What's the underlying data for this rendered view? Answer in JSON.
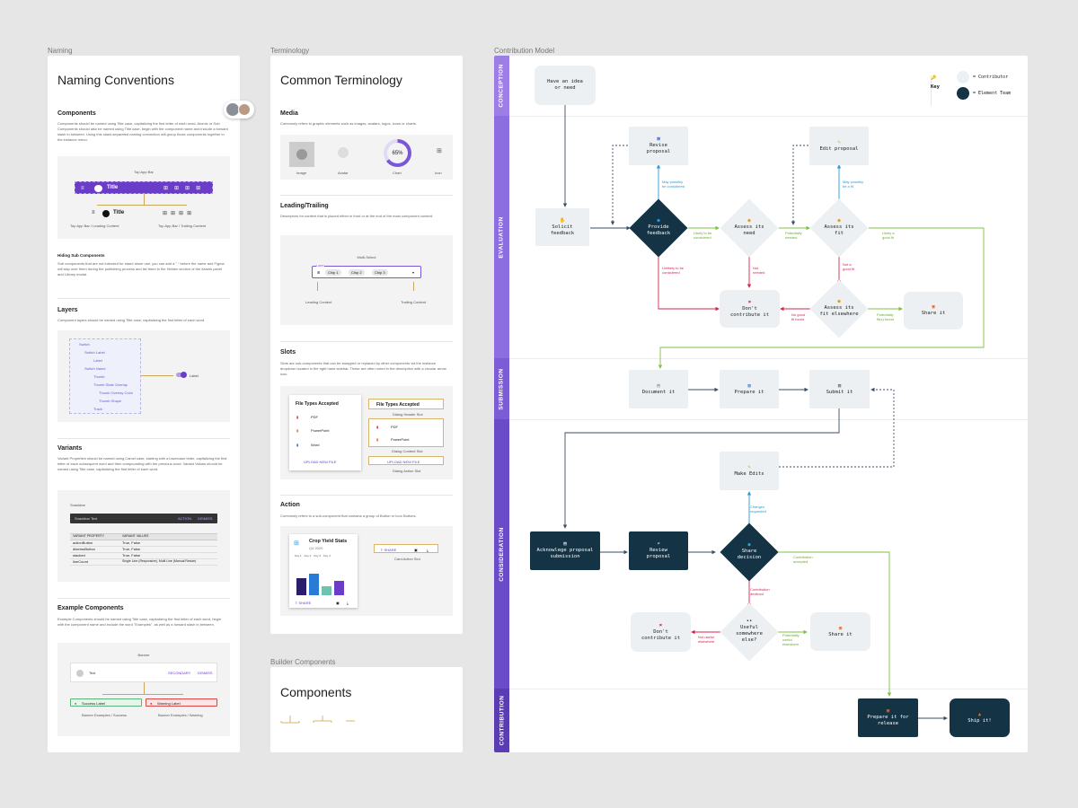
{
  "frames": {
    "naming": "Naming",
    "terminology": "Terminology",
    "contribution": "Contribution Model",
    "builder": "Builder Components"
  },
  "naming": {
    "title": "Naming Conventions",
    "components": {
      "heading": "Components",
      "desc": "Components should be named using Title case, capitalizing the first letter of each word. Atomic or Sub Components should also be named using Title case, begin with the component name and include a forward slash in between. Using this slash-separated naming convention will group those components together in the instance menu.",
      "demo_label": "Top App Bar",
      "bar_title": "Title",
      "sub_left": "Top App Bar / Leading Content",
      "sub_right": "Top App Bar / Trailing Content"
    },
    "hiding": {
      "heading": "Hiding Sub Components",
      "desc": "Sub components that are not intended for stand alone use, you can add a \".\" before the name and Figma will skip over them during the publishing process and list them in the Hidden section of the Assets panel and Library modal."
    },
    "layers": {
      "heading": "Layers",
      "desc": "Component layers should be named using Title case, capitalizing the first letter of each word.",
      "tree": [
        "Switch",
        "Switch Label",
        "Label",
        "Switch Name",
        "Thumb",
        "Thumb State Overlay",
        "Thumb Overlay Color",
        "Thumb Shape",
        "Track"
      ],
      "label": "Label"
    },
    "variants": {
      "heading": "Variants",
      "desc": "Variant Properties should be named using Camel case, starting with a lowercase letter, capitalizing the first letter of each subsequent word and then compounding with the previous word. Variant Values should be named using Title case, capitalizing the first letter of each word.",
      "snackbar_title": "Snackbar",
      "snackbar_text": "Snackbar Text",
      "action": "ACTION",
      "dismiss": "DISMISS",
      "col1": "VARIANT PROPERTY",
      "col2": "VARIANT VALUES",
      "rows": [
        [
          "actionButton",
          "True, False"
        ],
        [
          "dismissButton",
          "True, False"
        ],
        [
          "stacked",
          "True, False"
        ],
        [
          "lineCount",
          "Single Line (Responsive), Multi Line (Manual Resize)"
        ]
      ]
    },
    "examples": {
      "heading": "Example Components",
      "desc": "Example Components should be named using Title case, capitalizing the first letter of each word, begin with the component name and include the word \"Examples\", as well as a forward slash in between.",
      "banner_title": "Banner",
      "banner_text": "Text",
      "secondary": "SECONDARY",
      "dismiss": "DISMISS",
      "success": "Success Label",
      "warning": "Warning Label",
      "cap_success": "Banner Examples / Success",
      "cap_warning": "Banner Examples / Warning"
    }
  },
  "terminology": {
    "title": "Common Terminology",
    "media": {
      "heading": "Media",
      "desc": "Commonly refers to graphic elements such as images, avatars, logos, icons or charts.",
      "items": [
        "Image",
        "Avatar",
        "Chart",
        "Icon"
      ],
      "chart_value": "65%"
    },
    "leading": {
      "heading": "Leading/Trailing",
      "desc": "Descriptors for content that is placed either in front or at the end of the main component content.",
      "demo_title": "Multi-Select",
      "field_label": "Label",
      "chips": [
        "Chip 1",
        "Chip 2",
        "Chip 3"
      ],
      "cap_leading": "Leading Content",
      "cap_trailing": "Trailing Content"
    },
    "slots": {
      "heading": "Slots",
      "desc": "Slots are sub-components that can be swapped or replaced by other components via the instance dropdown located in the right hand sidebar. These are often noted in the description with a circular arrow icon.",
      "dialog_title": "File Types Accepted",
      "files": [
        "PDF",
        "PowerPoint",
        "Word"
      ],
      "upload": "UPLOAD NEW FILE",
      "cap_header": "Dialog Header Slot",
      "cap_content": "Dialog Content Slot",
      "cap_action": "Dialog Action Slot",
      "slot_title": "File Types Accepted",
      "slot_files": [
        "PDF",
        "PowerPoint"
      ],
      "slot_upload": "UPLOAD NEW FILE"
    },
    "action": {
      "heading": "Action",
      "desc": "Commonly refers to a sub-component that contains a group of Button or Icon Buttons.",
      "card_title": "Crop Yield Stats",
      "card_sub": "Q4 2020",
      "legend": [
        "Key 1",
        "Key 2",
        "Key 3",
        "Key 4"
      ],
      "share": "SHARE",
      "cap": "Card Action Slot"
    }
  },
  "builder": {
    "title": "Components"
  },
  "flow": {
    "key": {
      "title": "Key",
      "contributor": "= Contributor",
      "team": "= Element Team"
    },
    "bands": [
      "CONCEPTION",
      "EVALUATION",
      "SUBMISSION",
      "CONSIDERATION",
      "CONTRIBUTION"
    ],
    "nodes": {
      "idea": [
        "Have an idea",
        "or need"
      ],
      "solicit": [
        "Solicit",
        "feedback"
      ],
      "revise": [
        "Revise",
        "proposal"
      ],
      "edit": [
        "Edit proposal"
      ],
      "provide": [
        "Provide",
        "feedback"
      ],
      "assess_need": [
        "Assess its",
        "need"
      ],
      "assess_fit": [
        "Assess its",
        "fit"
      ],
      "dont1": [
        "Don't",
        "contribute it"
      ],
      "assess_else": [
        "Assess its",
        "fit elsewhere"
      ],
      "share1": [
        "Share it"
      ],
      "document": [
        "Document it"
      ],
      "prepare": [
        "Prepare it"
      ],
      "submit": [
        "Submit it"
      ],
      "make_edits": [
        "Make Edits"
      ],
      "ack": [
        "Acknowlege proposal",
        "submission"
      ],
      "review": [
        "Review",
        "proposal"
      ],
      "share_decision": [
        "Share",
        "decision"
      ],
      "dont2": [
        "Don't",
        "contribute it"
      ],
      "useful": [
        "Useful",
        "somewhere",
        "else?"
      ],
      "share2": [
        "Share it"
      ],
      "prepare_release": [
        "Prepare it for",
        "release"
      ],
      "ship": [
        "Ship it!"
      ]
    },
    "labels": {
      "may1": [
        "May possibly",
        "be considered"
      ],
      "may2": [
        "May possibly",
        "be a fit"
      ],
      "likely_considered": [
        "Likely to be",
        "considered"
      ],
      "potentially_needed": [
        "Potentially",
        "needed"
      ],
      "likely_fit": [
        "Likely a",
        "good fit"
      ],
      "unlikely": [
        "Unlikely to be",
        "considered"
      ],
      "not_needed": [
        "Not",
        "needed"
      ],
      "not_fit": [
        "Not a",
        "good fit"
      ],
      "no_good": [
        "No good",
        "fit found"
      ],
      "pot_fit": [
        "Potentially",
        "fit(s) found"
      ],
      "changes": [
        "Changes",
        "requested"
      ],
      "accepted": [
        "Contribution",
        "accepted"
      ],
      "declined": [
        "Contribution",
        "declined"
      ],
      "not_useful": [
        "Not useful",
        "elsewhere"
      ],
      "pot_useful": [
        "Potentially",
        "useful",
        "elsewhere"
      ]
    },
    "colors": {
      "purple": "#7b56d8",
      "blue": "#2a9bd6",
      "green": "#7cc142",
      "red": "#d5264f",
      "dark": "#143345",
      "navy": "#3a4e66"
    }
  }
}
